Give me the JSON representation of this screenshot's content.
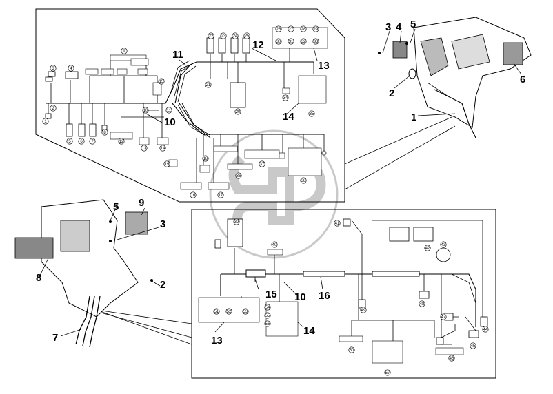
{
  "callouts_top": {
    "c1": "1",
    "c2": "2",
    "c3": "3",
    "c4": "4",
    "c5": "5",
    "c6": "6",
    "c10": "10",
    "c11": "11",
    "c12": "12",
    "c13": "13",
    "c14": "14"
  },
  "callouts_bottom": {
    "c2": "2",
    "c3": "3",
    "c5": "5",
    "c7": "7",
    "c8": "8",
    "c9": "9",
    "c10": "10",
    "c13": "13",
    "c14": "14",
    "c15": "15",
    "c16": "16"
  },
  "connector_ids_top": [
    "1",
    "2",
    "3",
    "4",
    "5",
    "6",
    "7",
    "8",
    "9",
    "10",
    "11",
    "12",
    "13",
    "14",
    "15",
    "16",
    "17",
    "18",
    "19",
    "20",
    "21",
    "22",
    "23",
    "24",
    "25",
    "26",
    "27",
    "28",
    "29",
    "30",
    "31",
    "32",
    "33",
    "34",
    "35",
    "36",
    "37",
    "38"
  ],
  "connector_ids_bottom": [
    "39",
    "40",
    "41",
    "42",
    "43",
    "44",
    "45",
    "46",
    "47",
    "48",
    "49",
    "50",
    "51",
    "52",
    "53",
    "54",
    "55",
    "56",
    "57"
  ]
}
